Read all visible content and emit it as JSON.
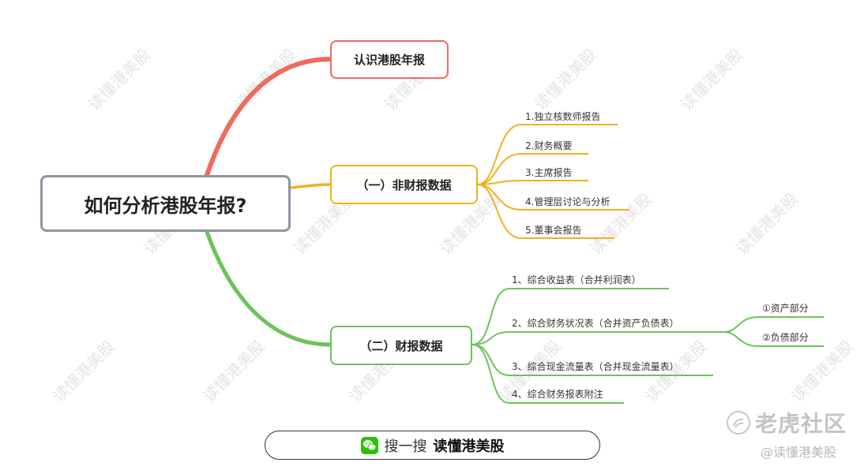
{
  "colors": {
    "red": "#ee6b5e",
    "yellow": "#f2b11c",
    "green": "#6cc35a",
    "root_border": "#8c95a3"
  },
  "root": {
    "title": "如何分析港股年报?"
  },
  "branches": {
    "b1": {
      "title": "认识港股年报"
    },
    "b2": {
      "title": "（一）非财报数据",
      "items": [
        "1.独立核数师报告",
        "2.财务概要",
        "3.主席报告",
        "4.管理层讨论与分析",
        "5.董事会报告"
      ]
    },
    "b3": {
      "title": "（二）财报数据",
      "items": [
        "1、综合收益表（合并利润表）",
        "2、综合财务状况表（合并资产负债表）",
        "3、综合现金流量表（合并现金流量表）",
        "4、综合财务报表附注"
      ],
      "sub": [
        "①资产部分",
        "②负债部分"
      ]
    }
  },
  "footer": {
    "prefix": "搜一搜",
    "name": "读懂港美股",
    "icon": "wechat-icon"
  },
  "watermark": {
    "text": "读懂港美股"
  },
  "brand": {
    "name": "老虎社区",
    "handle": "@读懂港美股",
    "icon": "tiger-logo-icon"
  }
}
